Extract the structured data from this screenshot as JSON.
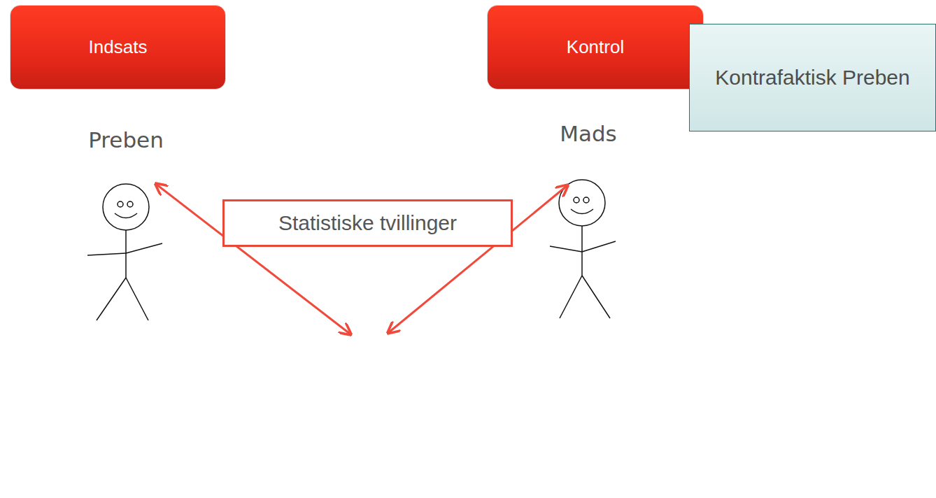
{
  "diagram": {
    "nodes": [
      {
        "text": [
          "Indsats"
        ]
      },
      {
        "text": [
          "Kontrol"
        ]
      },
      {
        "text": [
          "Kontrafaktisk Preben"
        ]
      },
      {
        "text": [
          "Statistiske tvillinger"
        ]
      }
    ],
    "labels": [
      "Preben",
      "Mads"
    ]
  }
}
